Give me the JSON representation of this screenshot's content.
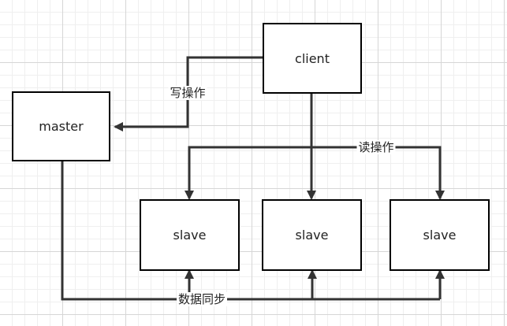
{
  "nodes": {
    "client": "client",
    "master": "master",
    "slave_1": "slave",
    "slave_2": "slave",
    "slave_3": "slave"
  },
  "edge_labels": {
    "write": "写操作",
    "read": "读操作",
    "sync": "数据同步"
  },
  "colors": {
    "stroke": "#333333",
    "border": "#000000",
    "grid": "#d6d6d6"
  }
}
